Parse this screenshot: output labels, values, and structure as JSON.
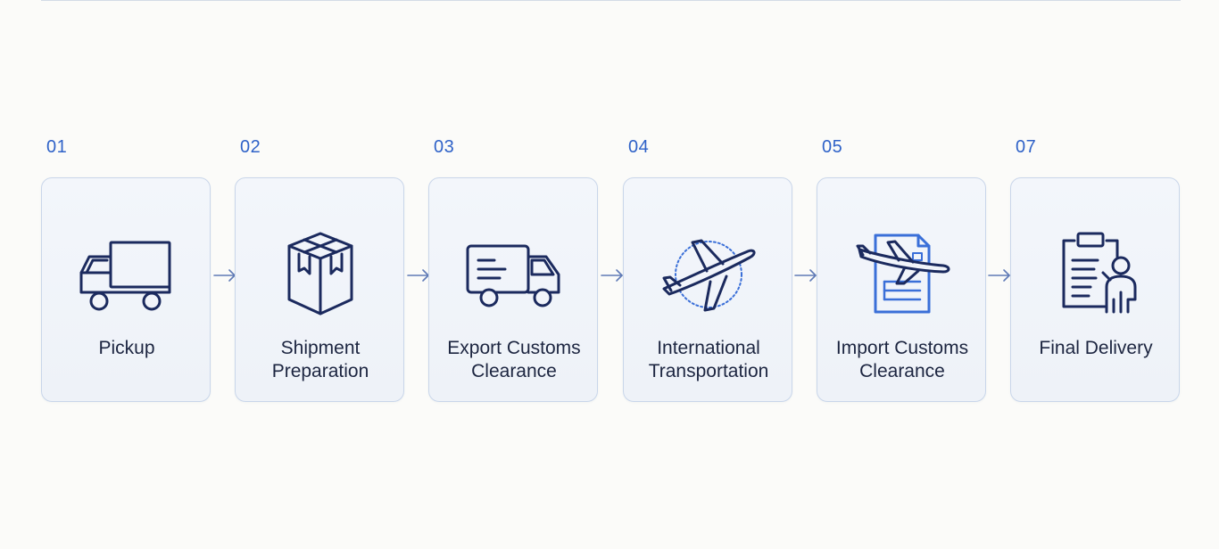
{
  "colors": {
    "accent": "#2f62c8",
    "icon_stroke": "#1b2a5e",
    "icon_accent": "#3a6fd8",
    "card_border": "#c9d6ea",
    "label_text": "#1c2540"
  },
  "steps": [
    {
      "number": "01",
      "label_lines": [
        "Pickup"
      ],
      "icon": "truck-icon"
    },
    {
      "number": "02",
      "label_lines": [
        "Shipment",
        "Preparation"
      ],
      "icon": "package-box-icon"
    },
    {
      "number": "03",
      "label_lines": [
        "Export Customs",
        "Clearance"
      ],
      "icon": "delivery-van-icon"
    },
    {
      "number": "04",
      "label_lines": [
        "International",
        "Transportation"
      ],
      "icon": "airplane-icon"
    },
    {
      "number": "05",
      "label_lines": [
        "Import Customs",
        "Clearance"
      ],
      "icon": "document-airplane-icon"
    },
    {
      "number": "07",
      "label_lines": [
        "Final Delivery"
      ],
      "icon": "clipboard-person-icon"
    }
  ],
  "connectors": [
    {
      "from": 0,
      "to": 1,
      "icon": "arrow-right-icon"
    },
    {
      "from": 1,
      "to": 2,
      "icon": "arrow-right-icon"
    },
    {
      "from": 2,
      "to": 3,
      "icon": "arrow-right-icon"
    },
    {
      "from": 3,
      "to": 4,
      "icon": "arrow-right-icon"
    },
    {
      "from": 4,
      "to": 5,
      "icon": "arrow-right-icon"
    }
  ]
}
